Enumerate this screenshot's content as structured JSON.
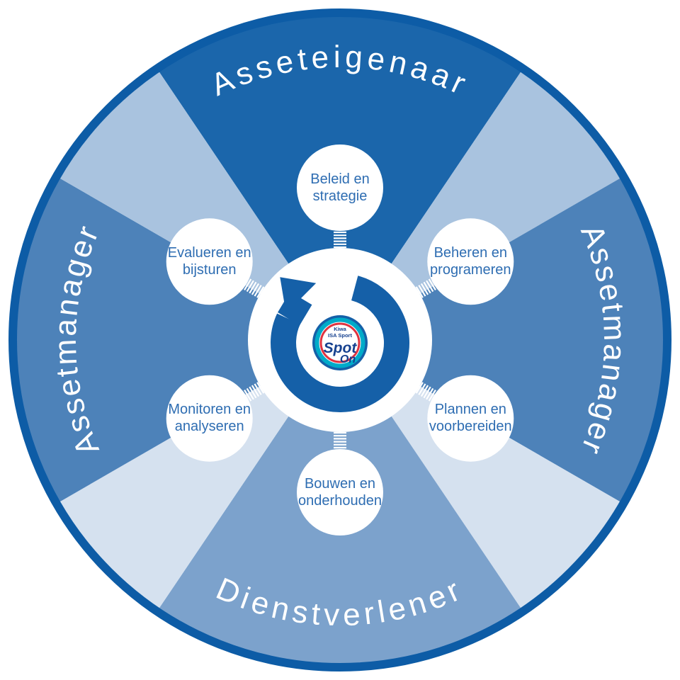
{
  "diagram": {
    "labels": {
      "top": "Asseteigenaar",
      "right": "Assetmanager",
      "bottom": "Dienstverlener",
      "left": "Assetmanager"
    },
    "phases": [
      {
        "line1": "Beleid en",
        "line2": "strategie"
      },
      {
        "line1": "Beheren en",
        "line2": "programeren"
      },
      {
        "line1": "Plannen en",
        "line2": "voorbereiden"
      },
      {
        "line1": "Bouwen en",
        "line2": "onderhouden"
      },
      {
        "line1": "Monitoren en",
        "line2": "analyseren"
      },
      {
        "line1": "Evalueren en",
        "line2": "bijsturen"
      }
    ],
    "logo": {
      "brand_line1": "Kiwa",
      "brand_line2": "ISA Sport",
      "name_line1": "Spot",
      "name_line2": "On"
    },
    "colors": {
      "rim": "#0d5ca6",
      "owner_segment": "#1b66ab",
      "manager_segment": "#4d82b9",
      "service_segment": "#7ca2cc",
      "upper_gap_segment": "#a9c3df",
      "lower_gap_segment": "#d5e1ef",
      "label_text": "#ffffff",
      "circle_text": "#2e6db2",
      "arrow": "#1560a8",
      "logo_outer": "#1560a8",
      "logo_teal": "#00abc9",
      "logo_red": "#df3440",
      "logo_navy": "#16418f"
    }
  }
}
